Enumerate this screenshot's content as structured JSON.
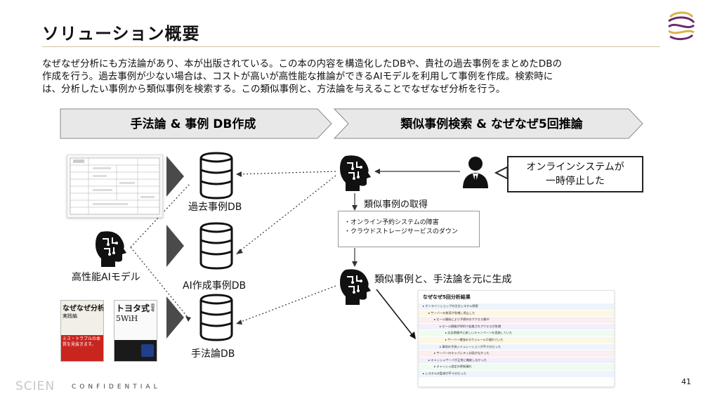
{
  "slide": {
    "title": "ソリューション概要",
    "intro_lines": [
      "なぜなぜ分析にも方法論があり、本が出版されている。この本の内容を構造化したDBや、貴社の過去事例をまとめたDBの",
      "作成を行う。過去事例が少ない場合は、コストが高いが高性能な推論ができるAIモデルを利用して事例を作成。検索時に",
      "は、分析したい事例から類似事例を検索する。この類似事例と、方法論を与えることでなぜなぜ分析を行う。"
    ],
    "page_number": "41"
  },
  "banners": {
    "left": "手法論 & 事例 DB作成",
    "right": "類似事例検索 & なぜなぜ5回推論"
  },
  "databases": {
    "past": "過去事例DB",
    "ai": "AI作成事例DB",
    "method": "手法論DB"
  },
  "ai_model_label": "高性能AIモデル",
  "speech": {
    "line1": "オンラインシステムが",
    "line2": "一時停止した"
  },
  "flow": {
    "retrieve_label": "類似事例の取得",
    "results": [
      "・オンライン予約システムの障害",
      "・クラウドストレージサービスのダウン"
    ],
    "generate_label": "類似事例と、手法論を元に生成"
  },
  "books": {
    "book1_title": "なぜなぜ分析",
    "book1_sub": "実践編",
    "book1_tag": "ミス・トラブルの本質を見抜きます。",
    "book2_title": "トヨタ式",
    "book2_sub": "5WiH",
    "book2_side": "思考"
  },
  "result_screen": {
    "title": "なぜなぜ5回分析結果",
    "rows": [
      "オンラインショップの注文システム障害",
      "サーバーの負荷が急増し停止した",
      "セール開始により予想外のアクセス集中",
      "セール情報がSNSで拡散されアクセスが急増",
      "広告期間中に新しいキャンペーンを実施していた",
      "サーバー増強のスケジュールが遅れていた",
      "事前の予測シミュレーションが不十分だった",
      "サーバーのキャパシティ計画がなかった",
      "キャッシュサーバが正常に機能しなかった",
      "キャッシュ設定の更新漏れ",
      "システムの監視が不十分だった"
    ]
  },
  "footer": {
    "logo": "SCIEN",
    "confidential": "CONFIDENTIAL"
  },
  "colors": {
    "accent_line": "#cfc3a0",
    "banner_fill": "#e8e8e8",
    "icon_dark": "#111111",
    "logo_purple": "#6b2a6e",
    "logo_gold": "#d9b44a"
  }
}
